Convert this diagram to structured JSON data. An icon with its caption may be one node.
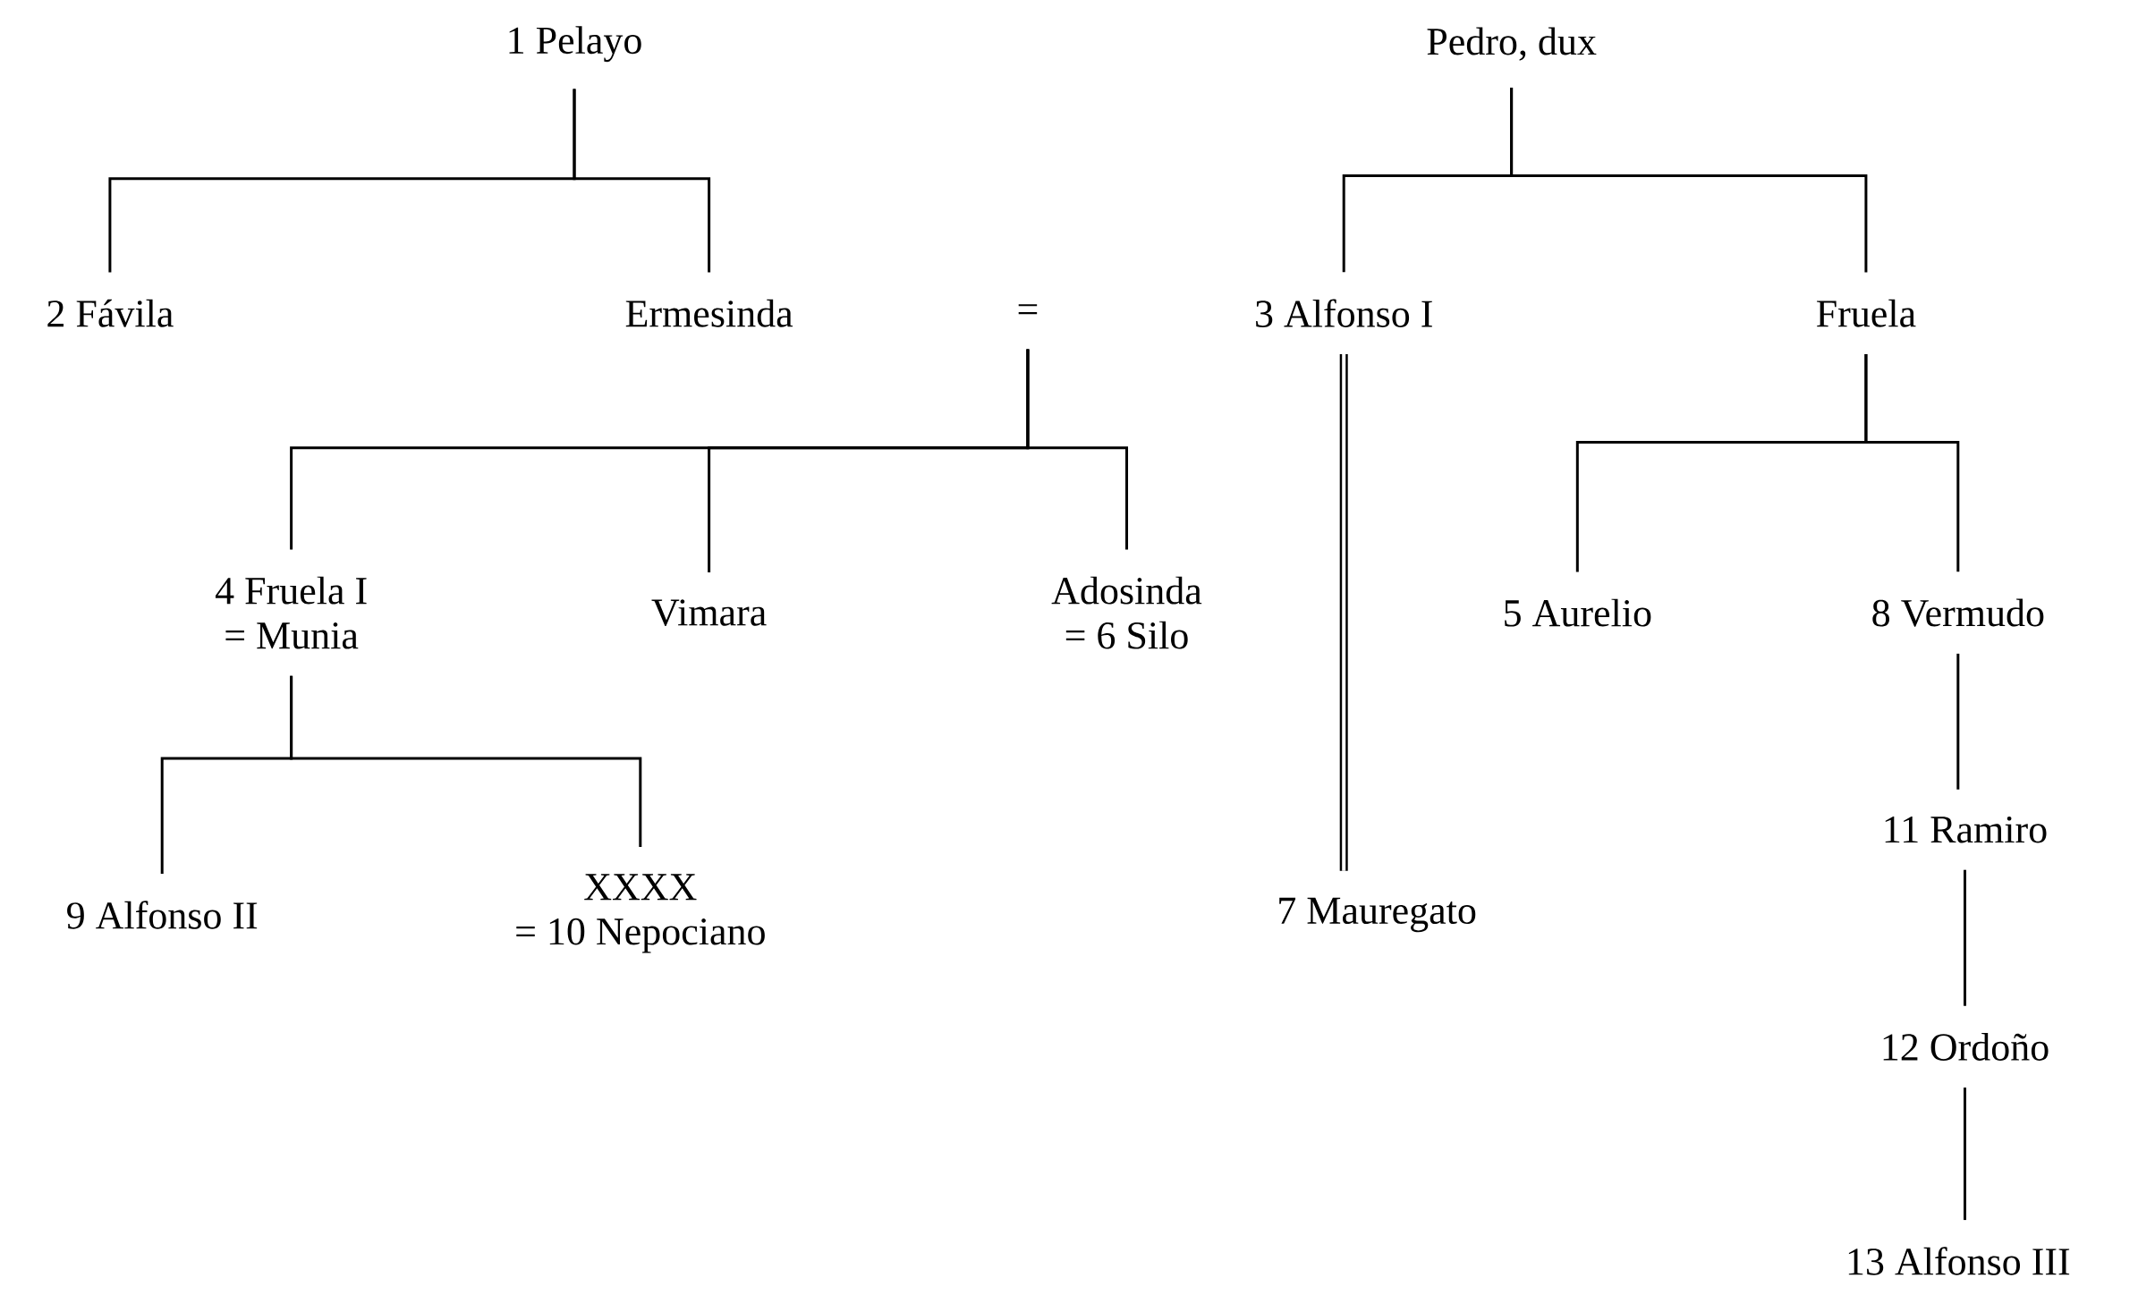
{
  "diagram": {
    "nodes": [
      {
        "text": [
          "1 Pelayo"
        ]
      },
      {
        "text": [
          "Pedro, dux"
        ]
      },
      {
        "text": [
          "2 Fávila"
        ]
      },
      {
        "text": [
          "Ermesinda"
        ]
      },
      {
        "text": [
          "="
        ]
      },
      {
        "text": [
          "3 Alfonso I"
        ]
      },
      {
        "text": [
          "Fruela"
        ]
      },
      {
        "text": [
          "4 Fruela I",
          "= Munia"
        ]
      },
      {
        "text": [
          "Vimara"
        ]
      },
      {
        "text": [
          "Adosinda",
          "= 6 Silo"
        ]
      },
      {
        "text": [
          "5 Aurelio"
        ]
      },
      {
        "text": [
          "8 Vermudo"
        ]
      },
      {
        "text": [
          "9 Alfonso II"
        ]
      },
      {
        "text": [
          "XXXX",
          "= 10 Nepociano"
        ]
      },
      {
        "text": [
          "7 Mauregato"
        ]
      },
      {
        "text": [
          "11 Ramiro"
        ]
      },
      {
        "text": [
          "12 Ordoño"
        ]
      },
      {
        "text": [
          "13 Alfonso III"
        ]
      }
    ],
    "edges": [
      {
        "from": 0,
        "to": 2,
        "arrow": "none"
      },
      {
        "from": 0,
        "to": 3,
        "arrow": "none"
      },
      {
        "from": 1,
        "to": 5,
        "arrow": "none"
      },
      {
        "from": 1,
        "to": 6,
        "arrow": "none"
      },
      {
        "from": 4,
        "to": 7,
        "arrow": "none"
      },
      {
        "from": 4,
        "to": 8,
        "arrow": "none"
      },
      {
        "from": 4,
        "to": 9,
        "arrow": "none"
      },
      {
        "from": 6,
        "to": 10,
        "arrow": "none"
      },
      {
        "from": 6,
        "to": 11,
        "arrow": "none"
      },
      {
        "from": 7,
        "to": 12,
        "arrow": "none"
      },
      {
        "from": 7,
        "to": 13,
        "arrow": "none"
      },
      {
        "from": 5,
        "to": 14,
        "arrow": "none",
        "style": "thick"
      },
      {
        "from": 11,
        "to": 15,
        "arrow": "none"
      },
      {
        "from": 15,
        "to": 16,
        "arrow": "none"
      },
      {
        "from": 16,
        "to": 17,
        "arrow": "none"
      }
    ]
  }
}
